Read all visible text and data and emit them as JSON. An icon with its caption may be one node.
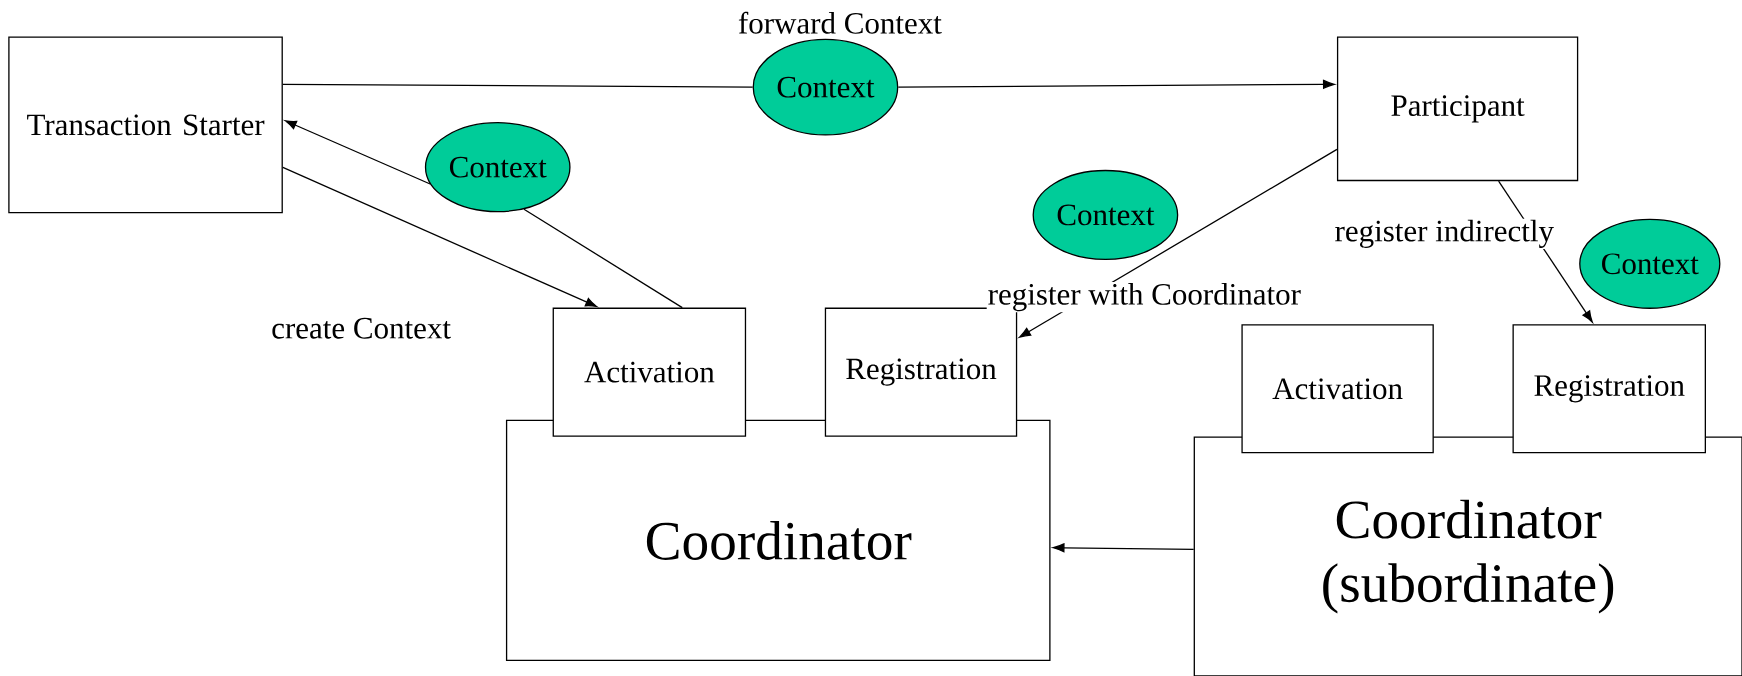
{
  "diagram": {
    "nodes": [
      {
        "text": [
          "Transaction Starter"
        ]
      },
      {
        "text": [
          "Participant"
        ]
      },
      {
        "text": [
          "Context"
        ],
        "beside": [
          "forward Context"
        ]
      },
      {
        "text": [
          "Context"
        ]
      },
      {
        "text": [
          "Context"
        ]
      },
      {
        "text": [
          "Context"
        ]
      },
      {
        "text": [
          "Coordinator"
        ]
      },
      {
        "text": [
          "Activation"
        ]
      },
      {
        "text": [
          "Registration"
        ]
      },
      {
        "text": [
          "Coordinator (subordinate)"
        ]
      },
      {
        "text": [
          "Activation"
        ]
      },
      {
        "text": [
          "Registration"
        ]
      }
    ],
    "edges": [
      {
        "from": 0,
        "to": 2,
        "arrow": "none"
      },
      {
        "from": 2,
        "to": 1,
        "arrow": "to"
      },
      {
        "from": 0,
        "to": 7,
        "arrow": "to",
        "label": "create Context"
      },
      {
        "from": 7,
        "to": 3,
        "arrow": "none"
      },
      {
        "from": 3,
        "to": 0,
        "arrow": "to"
      },
      {
        "from": 1,
        "to": 8,
        "arrow": "to",
        "label": "register with Coordinator"
      },
      {
        "from": 1,
        "to": 11,
        "arrow": "to",
        "label": "register indirectly"
      },
      {
        "from": 9,
        "to": 6,
        "arrow": "to"
      }
    ]
  }
}
